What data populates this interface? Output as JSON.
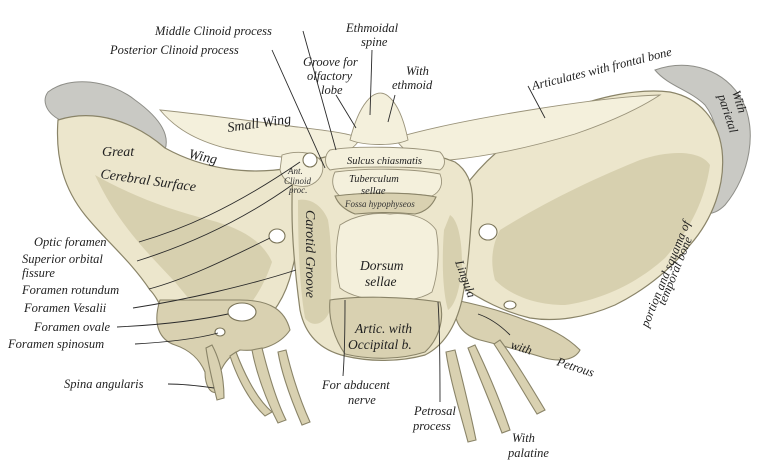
{
  "labels": {
    "middle_clinoid": "Middle Clinoid process",
    "posterior_clinoid": "Posterior Clinoid process",
    "groove_olfactory_1": "Groove for",
    "groove_olfactory_2": "olfactory",
    "groove_olfactory_3": "lobe",
    "ethmoidal_spine_1": "Ethmoidal",
    "ethmoidal_spine_2": "spine",
    "with_ethmoid_1": "With",
    "with_ethmoid_2": "ethmoid",
    "frontal_bone": "Articulates with frontal bone",
    "parietal_1": "With",
    "parietal_2": "parietal",
    "temporal_1": "portion and squama of",
    "temporal_2": "temporal bone",
    "small_wing": "Small Wing",
    "great": "Great",
    "wing": "Wing",
    "cerebral_surface": "Cerebral Surface",
    "sulcus": "Sulcus chiasmatis",
    "ant_clinoid_1": "Ant.",
    "ant_clinoid_2": "Clinoid",
    "ant_clinoid_3": "proc.",
    "tuberculum_1": "Tuberculum",
    "tuberculum_2": "sellae",
    "fossa": "Fossa hypophyseos",
    "carotid_groove": "Carotid Groove",
    "dorsum_1": "Dorsum",
    "dorsum_2": "sellae",
    "lingula": "Lingula",
    "artic_1": "Artic. with",
    "artic_2": "Occipital b.",
    "with_petrous_1": "with",
    "with_petrous_2": "Petrous",
    "optic_foramen": "Optic foramen",
    "superior_orbital_1": "Superior orbital",
    "superior_orbital_2": "fissure",
    "foramen_rotundum": "Foramen rotundum",
    "foramen_vesalii": "Foramen Vesalii",
    "foramen_ovale": "Foramen ovale",
    "foramen_spinosum": "Foramen spinosum",
    "spina_angularis": "Spina angularis",
    "abducent_1": "For abducent",
    "abducent_2": "nerve",
    "petrosal_1": "Petrosal",
    "petrosal_2": "process",
    "palatine_1": "With",
    "palatine_2": "palatine"
  },
  "colors": {
    "bone": "#ece6cc",
    "bone_shadow": "#cfc6a3",
    "grey_margin": "#c9c9c4",
    "text": "#1f1f1f"
  }
}
